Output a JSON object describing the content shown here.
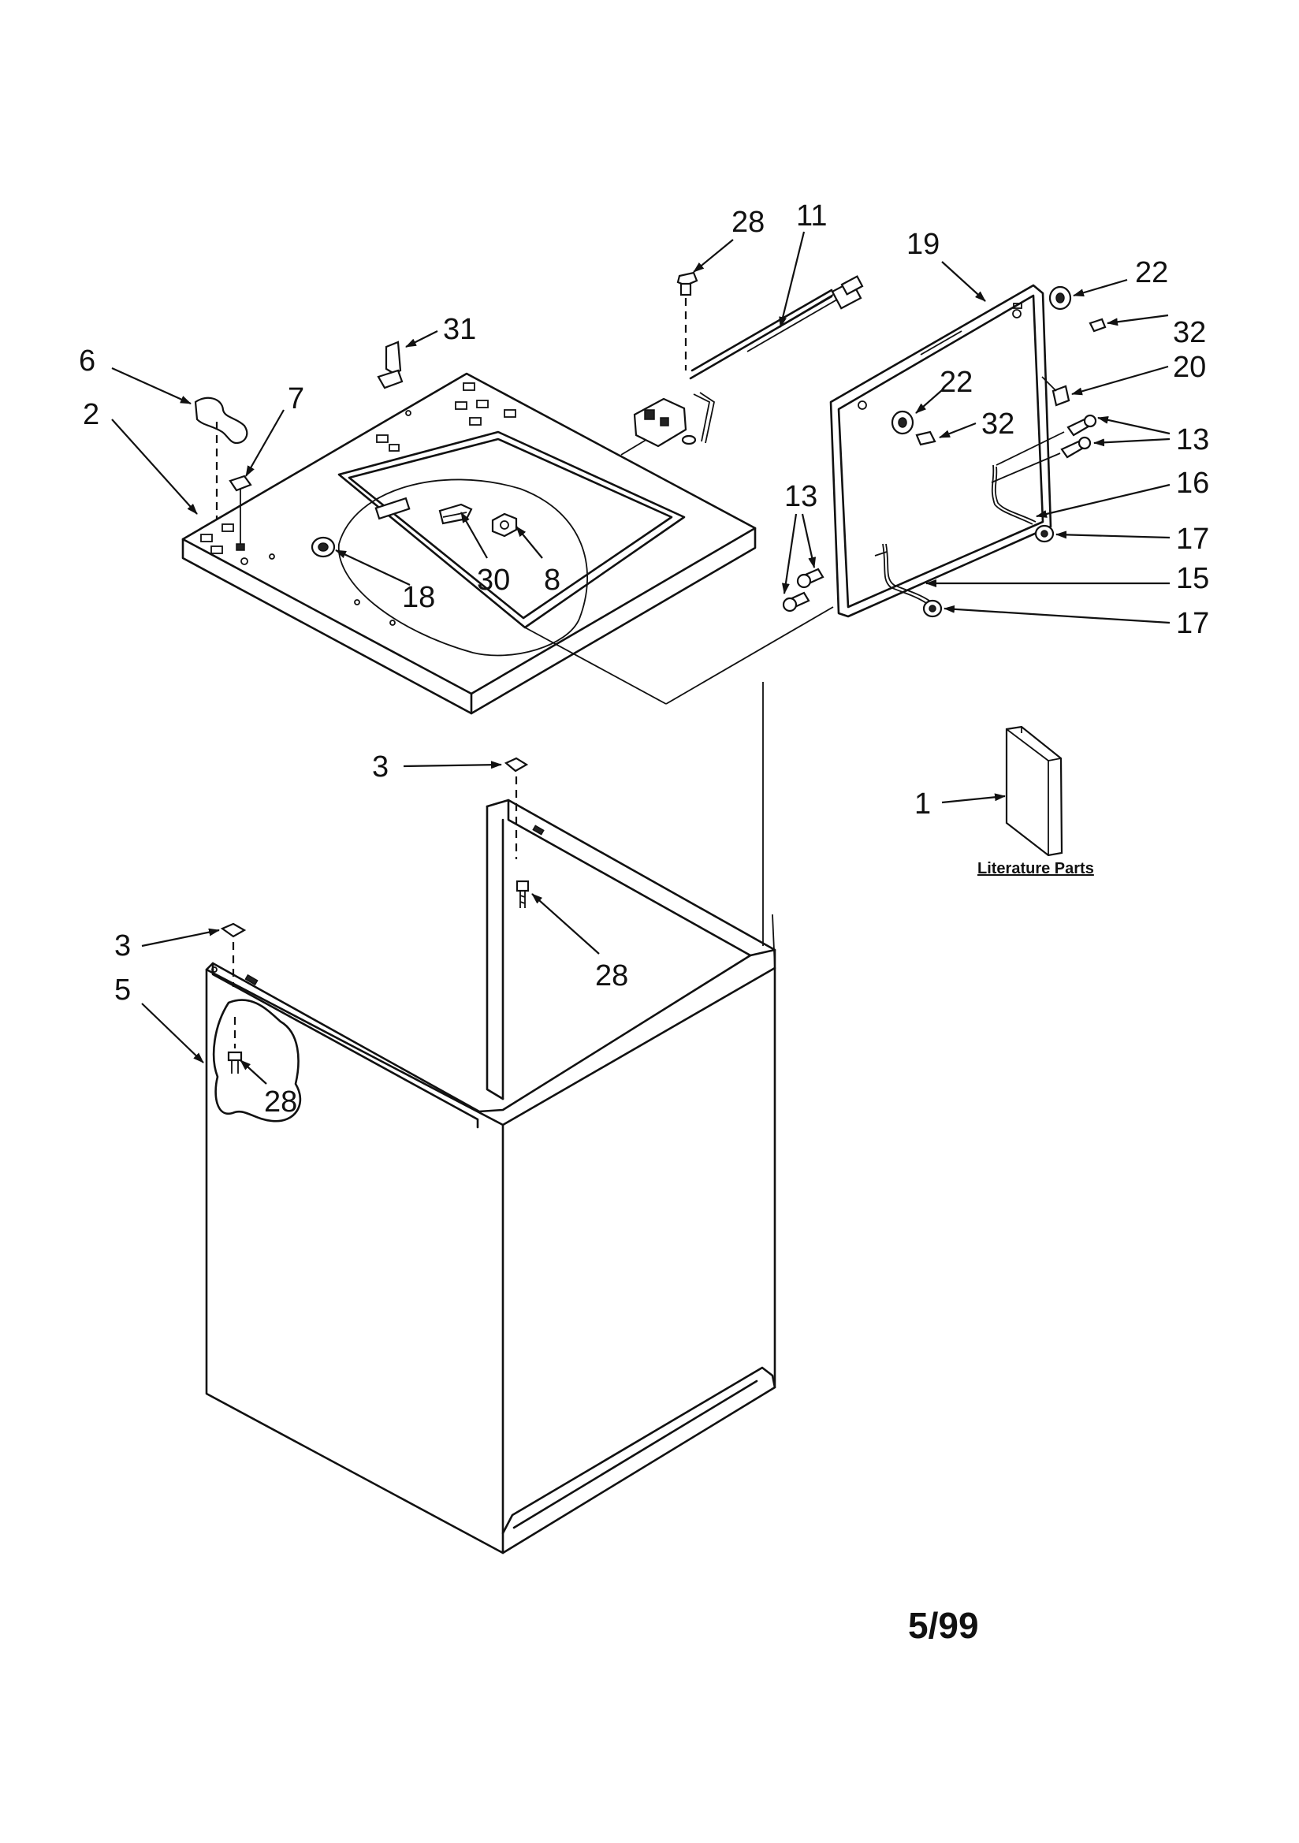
{
  "callouts": [
    {
      "id": "c28a",
      "label": "28"
    },
    {
      "id": "c11",
      "label": "11"
    },
    {
      "id": "c19",
      "label": "19"
    },
    {
      "id": "c22a",
      "label": "22"
    },
    {
      "id": "c32a",
      "label": "32"
    },
    {
      "id": "c20",
      "label": "20"
    },
    {
      "id": "c22b",
      "label": "22"
    },
    {
      "id": "c32b",
      "label": "32"
    },
    {
      "id": "c13a",
      "label": "13"
    },
    {
      "id": "c16",
      "label": "16"
    },
    {
      "id": "c13b",
      "label": "13"
    },
    {
      "id": "c17a",
      "label": "17"
    },
    {
      "id": "c15",
      "label": "15"
    },
    {
      "id": "c17b",
      "label": "17"
    },
    {
      "id": "c31",
      "label": "31"
    },
    {
      "id": "c6",
      "label": "6"
    },
    {
      "id": "c7",
      "label": "7"
    },
    {
      "id": "c2",
      "label": "2"
    },
    {
      "id": "c18",
      "label": "18"
    },
    {
      "id": "c30",
      "label": "30"
    },
    {
      "id": "c8",
      "label": "8"
    },
    {
      "id": "c3a",
      "label": "3"
    },
    {
      "id": "c1",
      "label": "1"
    },
    {
      "id": "c28b",
      "label": "28"
    },
    {
      "id": "c3b",
      "label": "3"
    },
    {
      "id": "c5",
      "label": "5"
    },
    {
      "id": "c28c",
      "label": "28"
    }
  ],
  "literature_label": "Literature Parts",
  "date_code": "5/99"
}
